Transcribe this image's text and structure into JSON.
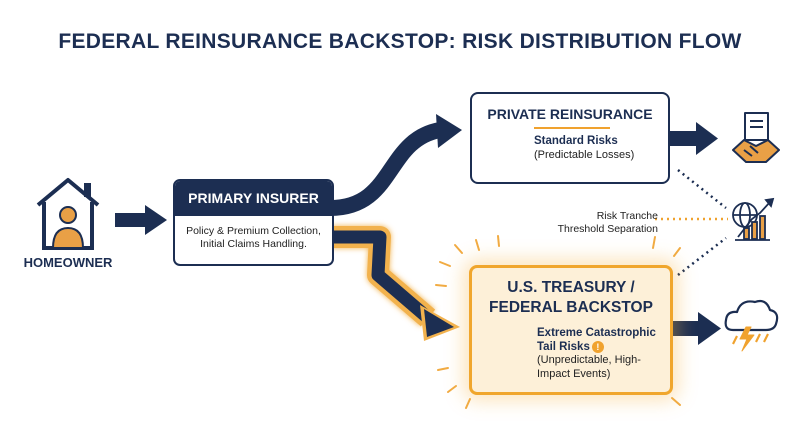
{
  "title": "FEDERAL REINSURANCE BACKSTOP: RISK DISTRIBUTION FLOW",
  "homeowner": {
    "label": "HOMEOWNER"
  },
  "primary_insurer": {
    "title": "PRIMARY INSURER",
    "description_line1": "Policy & Premium Collection,",
    "description_line2": "Initial Claims Handling."
  },
  "private_reinsurance": {
    "title": "PRIVATE REINSURANCE",
    "risk_title": "Standard Risks",
    "risk_note": "(Predictable Losses)"
  },
  "treasury": {
    "title_line1": "U.S. TREASURY /",
    "title_line2": "FEDERAL BACKSTOP",
    "risk_title_line1": "Extreme Catastrophic",
    "risk_title_line2": "Tail Risks",
    "risk_note_line1": "(Unpredictable, High-",
    "risk_note_line2": "Impact Events)"
  },
  "tranche": {
    "line1": "Risk Tranche",
    "line2": "Threshold Separation"
  },
  "colors": {
    "navy": "#1c2e52",
    "accent_orange": "#f0a22e",
    "treasury_fill": "#fdf0d8",
    "person_orange": "#e9a046"
  },
  "icons": [
    "house-person-icon",
    "boxes-shield-icon",
    "contract-handshake-icon",
    "globe-growth-chart-icon",
    "capitol-shield-icon",
    "storm-cloud-icon",
    "warning-icon"
  ]
}
